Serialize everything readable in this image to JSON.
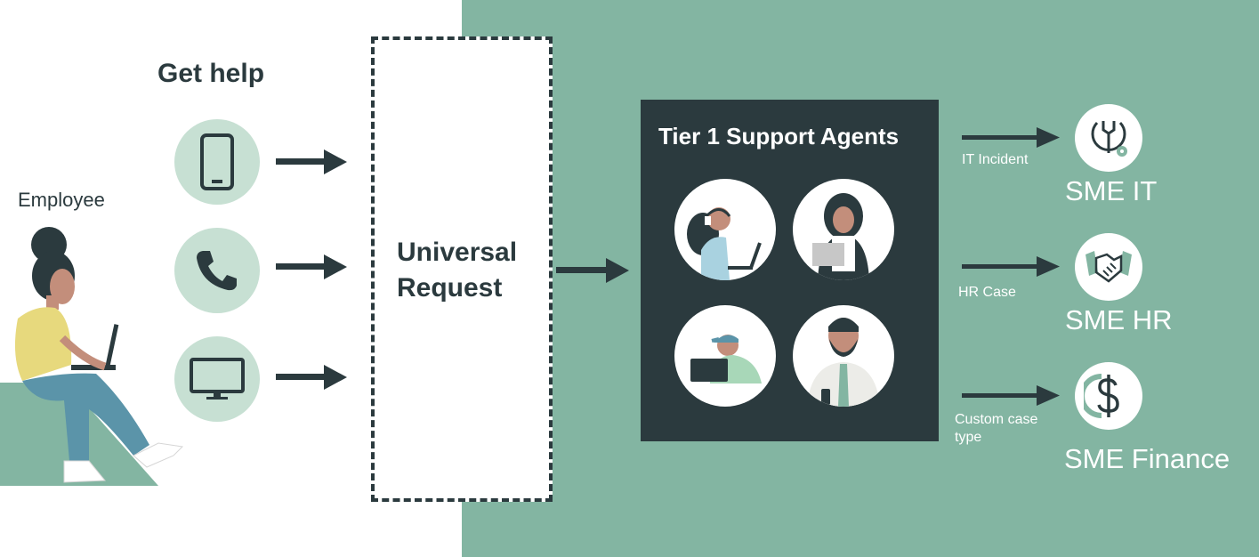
{
  "left": {
    "title": "Get help",
    "employee_label": "Employee",
    "channels": [
      {
        "name": "mobile",
        "icon": "smartphone-icon"
      },
      {
        "name": "phone",
        "icon": "phone-icon"
      },
      {
        "name": "desktop",
        "icon": "monitor-icon"
      }
    ]
  },
  "universal_request": {
    "line1": "Universal",
    "line2": "Request"
  },
  "tier": {
    "title": "Tier 1 Support Agents"
  },
  "routes": [
    {
      "label": "IT Incident",
      "sme": "SME IT",
      "icon": "wrench-gear-icon"
    },
    {
      "label": "HR Case",
      "sme": "SME HR",
      "icon": "handshake-icon"
    },
    {
      "label_line1": "Custom case",
      "label_line2": "type",
      "sme": "SME Finance",
      "icon": "dollar-icon"
    }
  ],
  "colors": {
    "dark": "#2b3a3e",
    "green": "#83b5a2",
    "light_green": "#c7e0d3"
  }
}
